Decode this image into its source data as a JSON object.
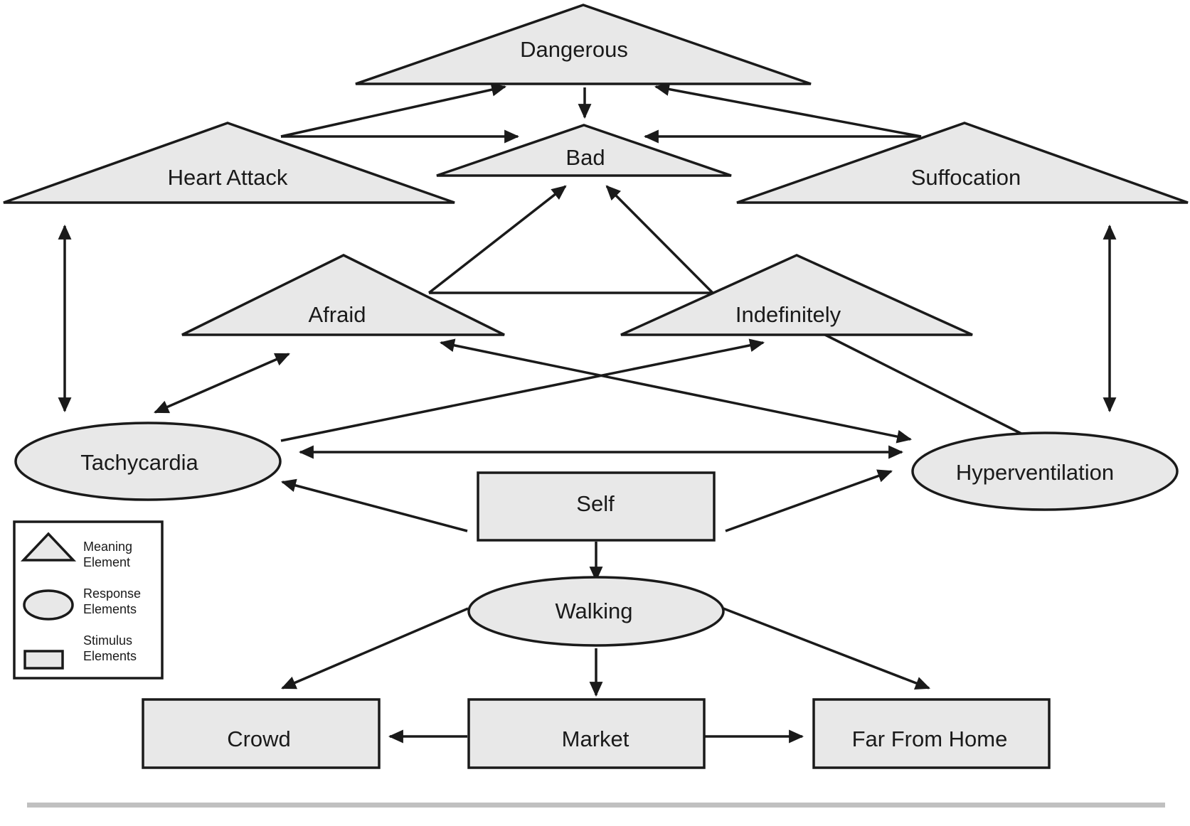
{
  "colors": {
    "node_fill": "#e8e8e8",
    "stroke": "#1a1a1a",
    "rule": "#c0c0c0"
  },
  "meaning_elements": {
    "dangerous": "Dangerous",
    "bad": "Bad",
    "heart_attack": "Heart Attack",
    "suffocation": "Suffocation",
    "afraid": "Afraid",
    "indefinitely": "Indefinitely"
  },
  "response_elements": {
    "tachycardia": "Tachycardia",
    "hyperventilation": "Hyperventilation",
    "walking": "Walking"
  },
  "stimulus_elements": {
    "self": "Self",
    "crowd": "Crowd",
    "market": "Market",
    "far_from_home": "Far From Home"
  },
  "legend": {
    "meaning_line1": "Meaning",
    "meaning_line2": "Element",
    "response_line1": "Response",
    "response_line2": "Elements",
    "stimulus_line1": "Stimulus",
    "stimulus_line2": "Elements",
    "meaning_icon": "triangle-icon",
    "response_icon": "ellipse-icon",
    "stimulus_icon": "rectangle-icon"
  }
}
